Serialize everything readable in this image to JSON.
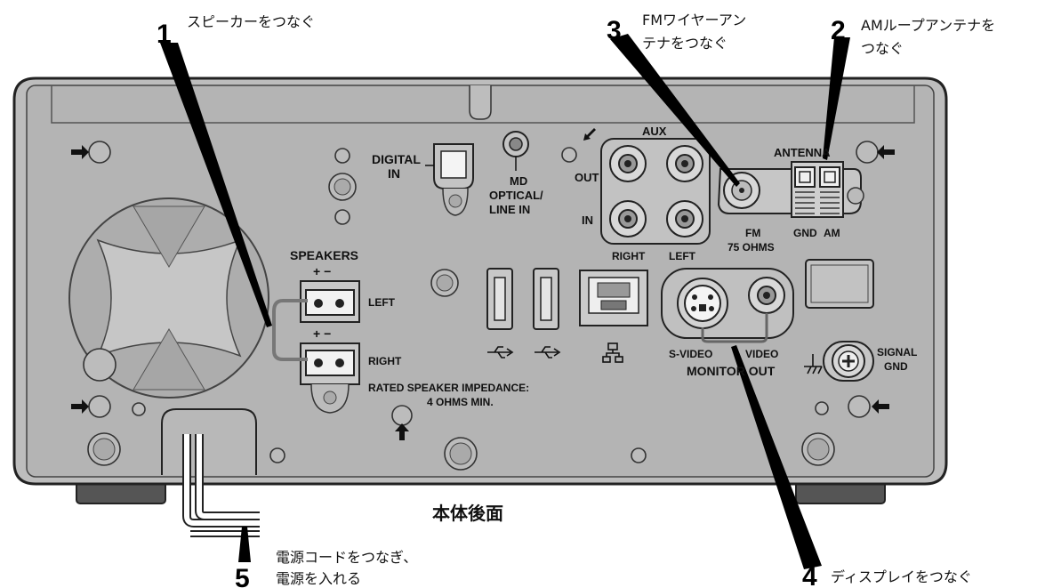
{
  "callouts": {
    "c1": {
      "num": "1",
      "text": "スピーカーをつなぐ"
    },
    "c2": {
      "num": "2",
      "line1": "AMループアンテナを",
      "line2": "つなぐ"
    },
    "c3": {
      "num": "3",
      "line1": "FMワイヤーアン",
      "line2": "テナをつなぐ"
    },
    "c4": {
      "num": "4",
      "text": "ディスプレイをつなぐ"
    },
    "c5": {
      "num": "5",
      "line1": "電源コードをつなぎ、",
      "line2": "電源を入れる"
    }
  },
  "caption": "本体後面",
  "panel": {
    "digital_in_1": "DIGITAL",
    "digital_in_2": "IN",
    "md_1": "MD",
    "md_2": "OPTICAL/",
    "md_3": "LINE IN",
    "aux": "AUX",
    "out": "OUT",
    "in": "IN",
    "right": "RIGHT",
    "left": "LEFT",
    "antenna": "ANTENNA",
    "fm": "FM",
    "ohms75": "75 OHMS",
    "gnd": "GND",
    "am": "AM",
    "speakers": "SPEAKERS",
    "plus_minus_1": "+  −",
    "plus_minus_2": "+  −",
    "spk_left": "LEFT",
    "spk_right": "RIGHT",
    "impedance_1": "RATED SPEAKER IMPEDANCE:",
    "impedance_2": "4 OHMS MIN.",
    "svideo": "S-VIDEO",
    "video": "VIDEO",
    "monitor_out": "MONITOR OUT",
    "signal": "SIGNAL",
    "signal_gnd": "GND"
  }
}
